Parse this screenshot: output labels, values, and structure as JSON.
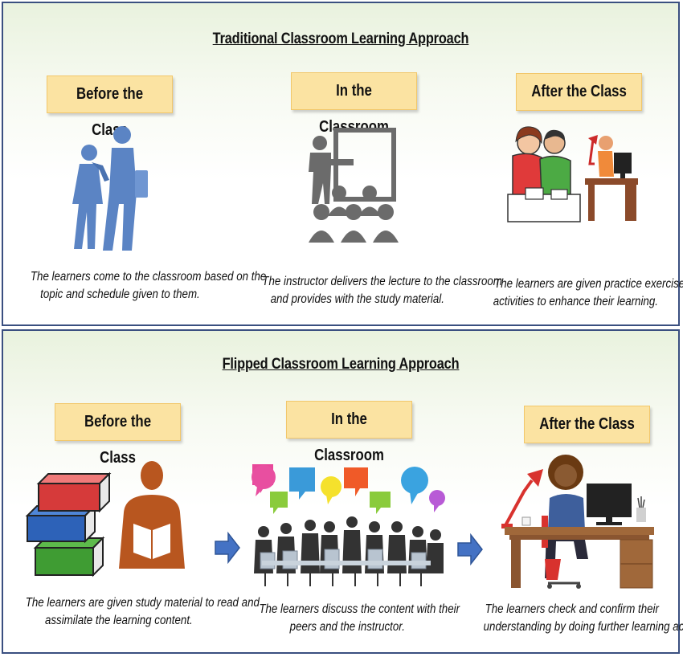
{
  "traditional": {
    "title": "Traditional Classroom Learning Approach",
    "phases": [
      {
        "label": "Before the Class",
        "description": [
          "The learners come to the classroom based on the",
          "topic and schedule given to them."
        ]
      },
      {
        "label": "In the Classroom",
        "description": [
          "The instructor delivers the lecture to the classroom",
          "and provides with the study material."
        ]
      },
      {
        "label": "After the Class",
        "description": [
          "The learners are given practice exercises or",
          "activities to enhance their learning."
        ]
      }
    ]
  },
  "flipped": {
    "title": "Flipped Classroom Learning Approach",
    "phases": [
      {
        "label": "Before the Class",
        "description": [
          "The learners are given study material to read and",
          "assimilate the learning content."
        ]
      },
      {
        "label": "In the Classroom",
        "description": [
          "The learners discuss the content with their",
          "peers and the instructor."
        ]
      },
      {
        "label": "After the Class",
        "description": [
          "The learners check and confirm their",
          "understanding by doing further learning activities."
        ]
      }
    ]
  },
  "icons": [
    "students-walking-icon",
    "lecture-presentation-icon",
    "students-studying-icon",
    "books-stack-icon",
    "person-reading-icon",
    "group-discussion-icon",
    "student-at-computer-icon",
    "arrow-right-icon"
  ],
  "colors": {
    "border": "#3a4f80",
    "phase_box": "#fbe3a2",
    "figure_blue": "#5b84c4",
    "figure_gray": "#6b6b6b",
    "reader_orange": "#b8561f",
    "arrow_blue": "#4472c4"
  }
}
